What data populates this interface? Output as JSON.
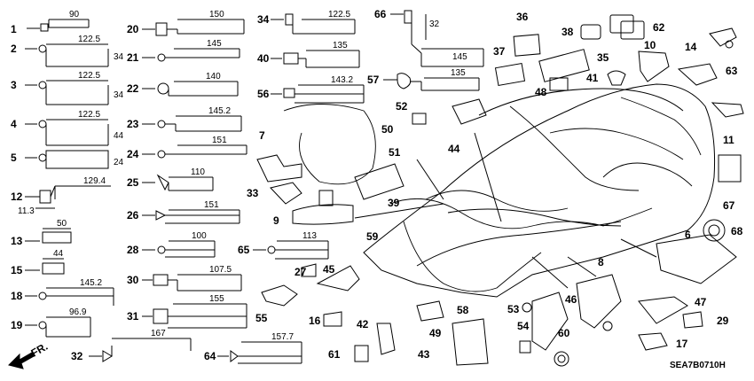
{
  "callouts": [
    {
      "id": "1",
      "dim": "90"
    },
    {
      "id": "2",
      "dim": "122.5",
      "dim2": "34"
    },
    {
      "id": "3",
      "dim": "122.5",
      "dim2": "34"
    },
    {
      "id": "4",
      "dim": "122.5",
      "dim2": "44"
    },
    {
      "id": "5",
      "dim": "",
      "dim2": "24"
    },
    {
      "id": "12",
      "dim": "129.4",
      "dim2": "11.3"
    },
    {
      "id": "13",
      "dim": "50"
    },
    {
      "id": "15",
      "dim": "44"
    },
    {
      "id": "18",
      "dim": "145.2"
    },
    {
      "id": "19",
      "dim": "96.9"
    },
    {
      "id": "20",
      "dim": "150"
    },
    {
      "id": "21",
      "dim": "145"
    },
    {
      "id": "22",
      "dim": "140"
    },
    {
      "id": "23",
      "dim": "145.2"
    },
    {
      "id": "24",
      "dim": "151"
    },
    {
      "id": "25",
      "dim": "110"
    },
    {
      "id": "26",
      "dim": "151"
    },
    {
      "id": "28",
      "dim": "100"
    },
    {
      "id": "30",
      "dim": "107.5"
    },
    {
      "id": "31",
      "dim": "155"
    },
    {
      "id": "32",
      "dim": "167"
    },
    {
      "id": "34",
      "dim": "122.5"
    },
    {
      "id": "40",
      "dim": "135"
    },
    {
      "id": "56",
      "dim": "143.2"
    },
    {
      "id": "57",
      "dim": "135"
    },
    {
      "id": "64",
      "dim": "157.7"
    },
    {
      "id": "65",
      "dim": "113"
    },
    {
      "id": "66",
      "dim": "145",
      "dim2": "32"
    }
  ],
  "part_labels": [
    "6",
    "7",
    "8",
    "9",
    "10",
    "11",
    "14",
    "16",
    "17",
    "27",
    "29",
    "33",
    "35",
    "36",
    "37",
    "38",
    "39",
    "41",
    "42",
    "43",
    "44",
    "45",
    "46",
    "47",
    "48",
    "49",
    "50",
    "51",
    "52",
    "53",
    "54",
    "55",
    "58",
    "59",
    "60",
    "61",
    "62",
    "63",
    "67",
    "68"
  ],
  "direction_label": "FR.",
  "diagram_code": "SEA7B0710H"
}
